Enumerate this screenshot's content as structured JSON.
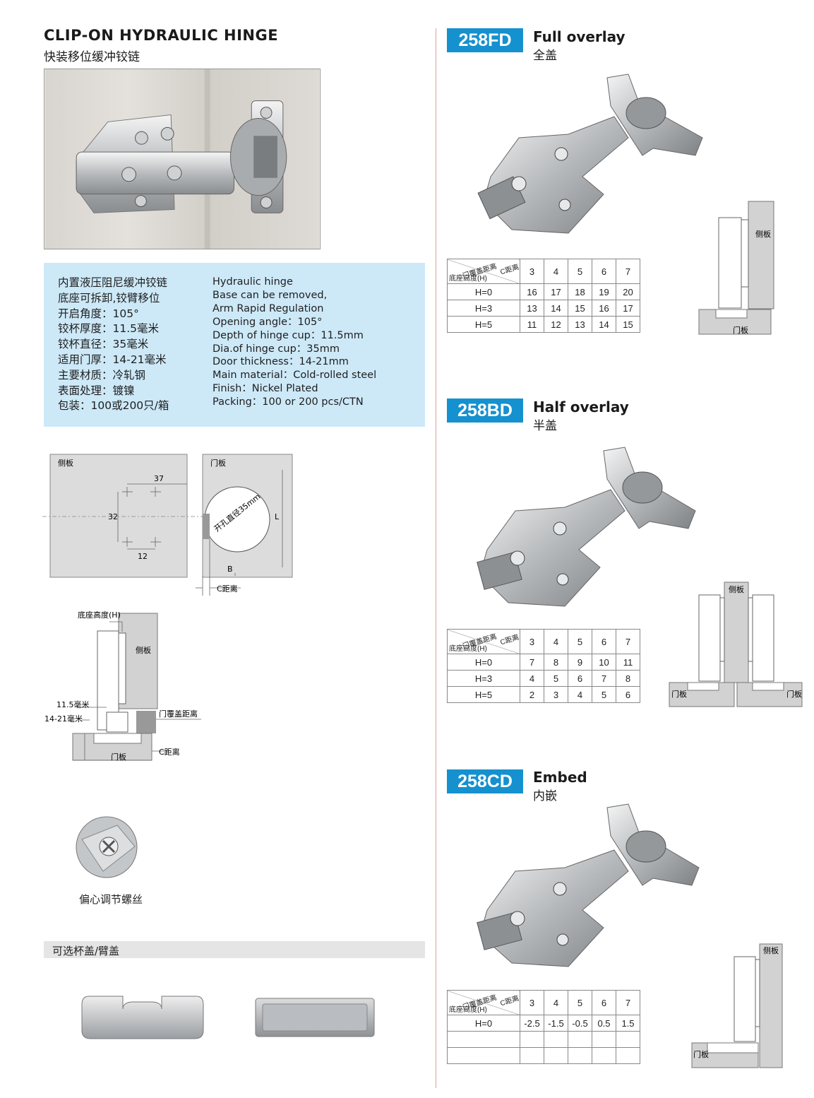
{
  "header": {
    "title_en": "CLIP-ON HYDRAULIC HINGE",
    "title_cn": "快装移位缓冲铰链"
  },
  "specs": {
    "cn": [
      "内置液压阻尼缓冲铰链",
      "底座可拆卸,铰臂移位",
      "开启角度：105°",
      "铰杯厚度：11.5毫米",
      "铰杯直径：35毫米",
      "适用门厚：14-21毫米",
      "主要材质：冷轧钢",
      "表面处理：镀镍",
      "包装：100或200只/箱"
    ],
    "en": [
      "Hydraulic hinge",
      "Base can be removed,",
      "Arm Rapid Regulation",
      "Opening angle：105°",
      "Depth of hinge cup：11.5mm",
      "Dia.of hinge cup：35mm",
      "Door thickness：14-21mm",
      "Main material：Cold-rolled steel",
      "Finish：Nickel Plated",
      "Packing：100 or 200 pcs/CTN"
    ]
  },
  "drawing": {
    "side_panel": "侧板",
    "door_panel": "门板",
    "dim_37": "37",
    "dim_32": "32",
    "dim_12": "12",
    "dim_L": "L",
    "dim_B": "B",
    "hole_dia": "开孔直径35mm",
    "c_distance": "C距离",
    "base_height": "底座高度(H)",
    "cup_depth": "11.5毫米",
    "door_thickness": "14-21毫米",
    "overlay_distance": "门覆盖距离"
  },
  "eccentric_label": "偏心调节螺丝",
  "optional_covers_label": "可选杯盖/臂盖",
  "table_header": {
    "c_dist": "C距离",
    "overlay": "门覆盖距离",
    "base": "底座高度(H)"
  },
  "models": [
    {
      "code": "258FD",
      "name_en": "Full overlay",
      "name_cn": "全盖",
      "columns": [
        "3",
        "4",
        "5",
        "6",
        "7"
      ],
      "rows": [
        {
          "h": "H=0",
          "values": [
            "16",
            "17",
            "18",
            "19",
            "20"
          ]
        },
        {
          "h": "H=3",
          "values": [
            "13",
            "14",
            "15",
            "16",
            "17"
          ]
        },
        {
          "h": "H=5",
          "values": [
            "11",
            "12",
            "13",
            "14",
            "15"
          ]
        }
      ],
      "side_label": "侧板",
      "door_label": "门板"
    },
    {
      "code": "258BD",
      "name_en": "Half overlay",
      "name_cn": "半盖",
      "columns": [
        "3",
        "4",
        "5",
        "6",
        "7"
      ],
      "rows": [
        {
          "h": "H=0",
          "values": [
            "7",
            "8",
            "9",
            "10",
            "11"
          ]
        },
        {
          "h": "H=3",
          "values": [
            "4",
            "5",
            "6",
            "7",
            "8"
          ]
        },
        {
          "h": "H=5",
          "values": [
            "2",
            "3",
            "4",
            "5",
            "6"
          ]
        }
      ],
      "side_label": "侧板",
      "door_label": "门板"
    },
    {
      "code": "258CD",
      "name_en": "Embed",
      "name_cn": "内嵌",
      "columns": [
        "3",
        "4",
        "5",
        "6",
        "7"
      ],
      "rows": [
        {
          "h": "H=0",
          "values": [
            "-2.5",
            "-1.5",
            "-0.5",
            "0.5",
            "1.5"
          ]
        },
        {
          "h": "",
          "values": [
            "",
            "",
            "",
            "",
            ""
          ]
        },
        {
          "h": "",
          "values": [
            "",
            "",
            "",
            "",
            ""
          ]
        }
      ],
      "side_label": "侧板",
      "door_label": "门板"
    }
  ]
}
